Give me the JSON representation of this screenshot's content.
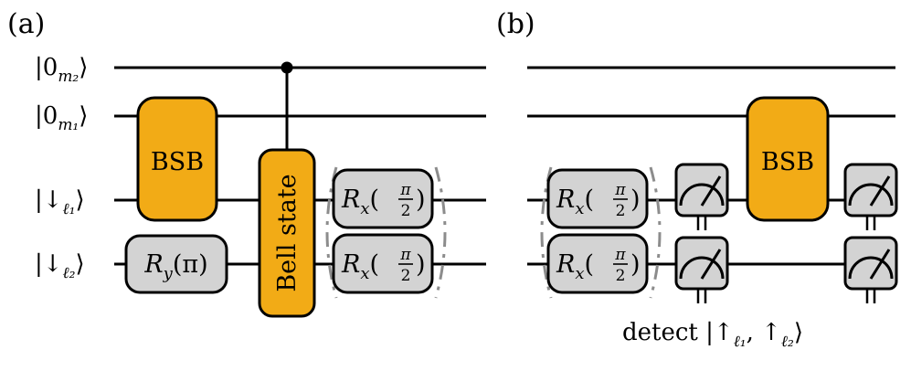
{
  "panels": {
    "a": {
      "label": "(a)",
      "qubits": [
        {
          "ket_open": "|0",
          "sub": "m₂",
          "ket_close": "⟩"
        },
        {
          "ket_open": "|0",
          "sub": "m₁",
          "ket_close": "⟩"
        },
        {
          "ket_open": "|↓",
          "sub": "ℓ₁",
          "ket_close": "⟩"
        },
        {
          "ket_open": "|↓",
          "sub": "ℓ₂",
          "ket_close": "⟩"
        }
      ],
      "gates": {
        "bsb": "BSB",
        "ry": "R",
        "ry_sub": "y",
        "ry_arg": "(π)",
        "bell": "Bell state",
        "rx": "R",
        "rx_sub": "x",
        "rx_arg_open": "(",
        "rx_frac_num": "π",
        "rx_frac_den": "2",
        "rx_arg_close": ")"
      }
    },
    "b": {
      "label": "(b)",
      "gates": {
        "bsb": "BSB",
        "rx": "R",
        "rx_sub": "x",
        "rx_arg_open": "(",
        "rx_frac_num": "π",
        "rx_frac_den": "2",
        "rx_arg_close": ")"
      },
      "detect_text": "detect |↑",
      "detect_sub1": "ℓ₁",
      "detect_mid": ", ↑",
      "detect_sub2": "ℓ₂",
      "detect_close": "⟩"
    }
  },
  "colors": {
    "orange_gate": "#f2ab16",
    "gray_gate": "#d3d3d3",
    "dashed_outline": "#8c8c8c"
  }
}
